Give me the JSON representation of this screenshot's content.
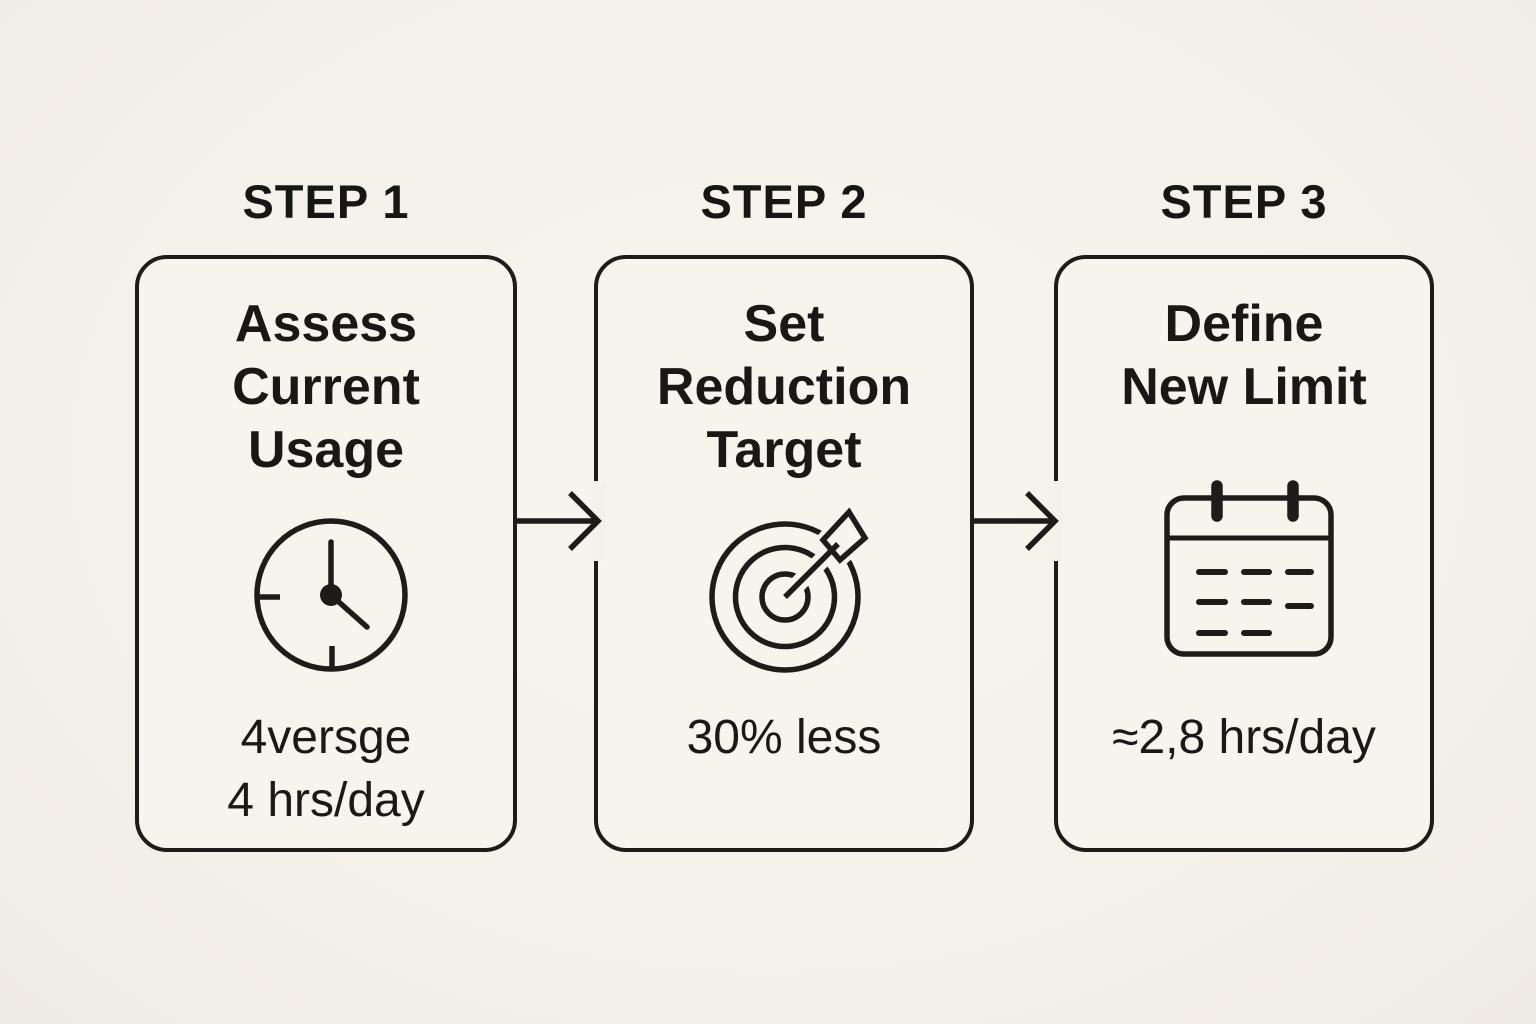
{
  "palette": {
    "background": "#f4f1ea",
    "card_background": "#f6f4ed",
    "line": "#1d1c1a",
    "text": "#1a1918"
  },
  "steps": [
    {
      "label": "STEP 1",
      "title_lines": [
        "Assess",
        "Current",
        "Usage"
      ],
      "icon": "clock-icon",
      "value_lines": [
        "4versge",
        "4 hrs/day"
      ]
    },
    {
      "label": "STEP 2",
      "title_lines": [
        "Set",
        "Reduction",
        "Target"
      ],
      "icon": "target-icon",
      "value_lines": [
        "30% less"
      ]
    },
    {
      "label": "STEP 3",
      "title_lines": [
        "Define",
        "New Limit"
      ],
      "icon": "calendar-icon",
      "value_lines": [
        "≈2,8 hrs/day"
      ]
    }
  ]
}
